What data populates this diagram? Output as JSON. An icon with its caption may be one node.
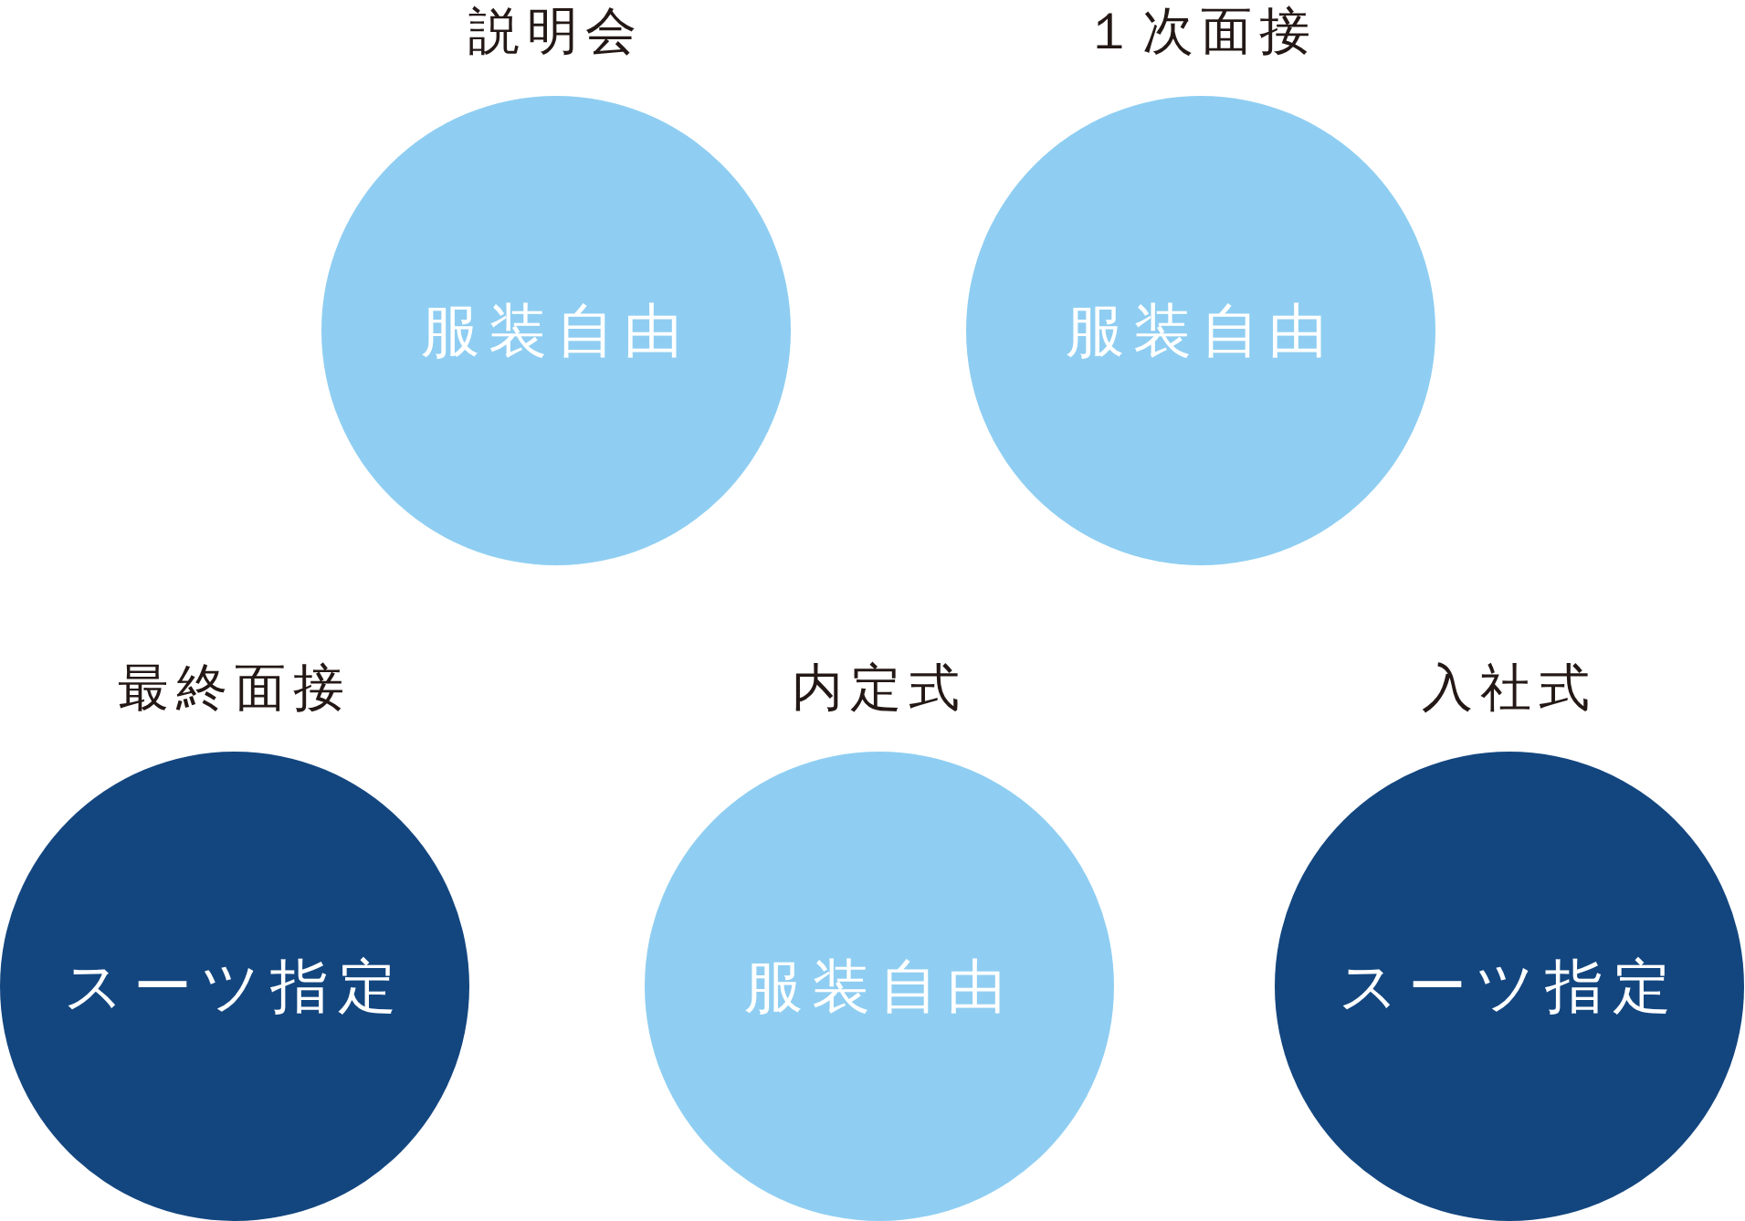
{
  "diagram": {
    "nodes": [
      {
        "text": [
          "説明会",
          "服装自由"
        ]
      },
      {
        "text": [
          "１次面接",
          "服装自由"
        ]
      },
      {
        "text": [
          "最終面接",
          "スーツ指定"
        ]
      },
      {
        "text": [
          "内定式",
          "服装自由"
        ]
      },
      {
        "text": [
          "入社式",
          "スーツ指定"
        ]
      }
    ]
  }
}
